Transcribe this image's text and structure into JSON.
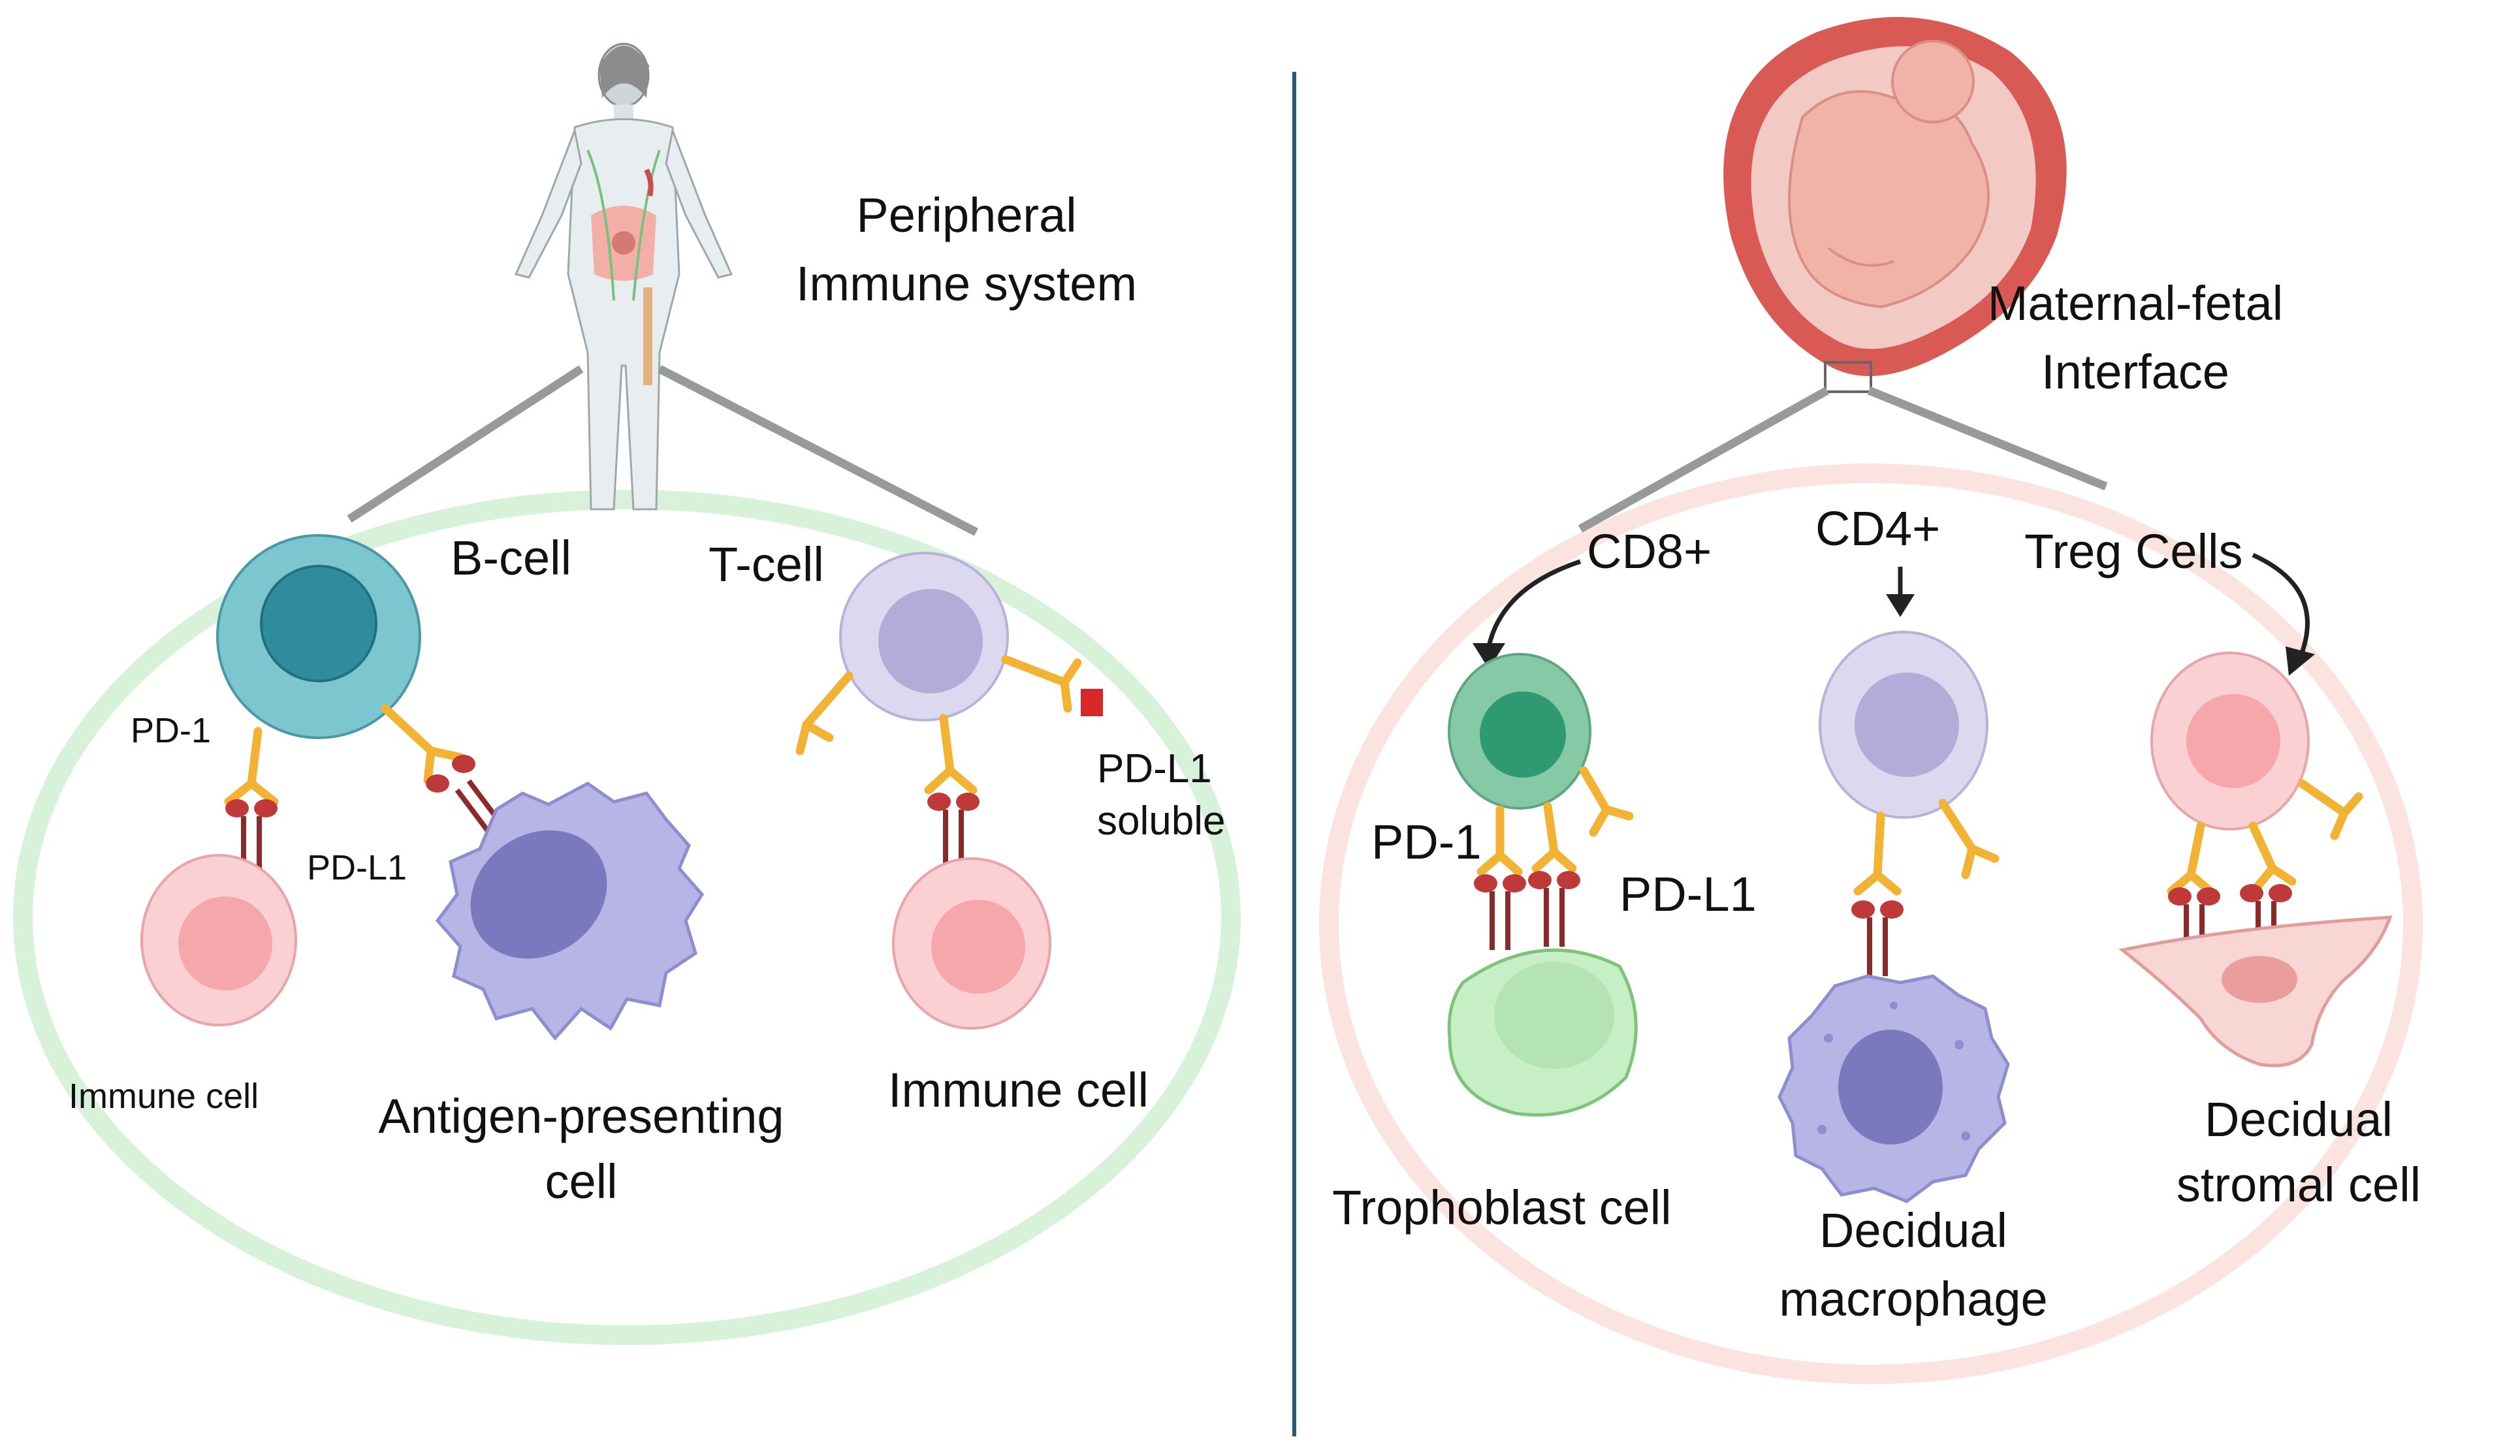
{
  "left_panel": {
    "title_line1": "Peripheral",
    "title_line2": "Immune system",
    "b_cell": "B-cell",
    "t_cell": "T-cell",
    "pd1": "PD-1",
    "pdl1": "PD-L1",
    "pdl1_soluble_line1": "PD-L1",
    "pdl1_soluble_line2": "soluble",
    "immune_cell_small": "Immune cell",
    "apc_line1": "Antigen-presenting",
    "apc_line2": "cell",
    "immune_cell_large": "Immune cell"
  },
  "right_panel": {
    "title_line1": "Maternal-fetal",
    "title_line2": "Interface",
    "cd8": "CD8+",
    "cd4": "CD4+",
    "treg": "Treg Cells",
    "pd1": "PD-1",
    "pdl1": "PD-L1",
    "trophoblast": "Trophoblast cell",
    "macrophage_line1": "Decidual",
    "macrophage_line2": "macrophage",
    "stromal_line1": "Decidual",
    "stromal_line2": "stromal cell"
  },
  "colors": {
    "left_ellipse": "#d6f2d8",
    "right_ellipse": "#fbe2df",
    "divider": "#2a5a78",
    "b_cell": "#4fb3bf",
    "t_cell": "#c9c4e6",
    "immune_cell": "#f7b8bc",
    "apc": "#9ea0dc",
    "receptor_yellow": "#f2b233",
    "ligand_red": "#a8322f",
    "trophoblast": "#c7efc5",
    "cd8_cell": "#6cbf94",
    "stromal": "#f6c8c6"
  },
  "icons": [
    "human-body-icon",
    "pregnant-uterus-icon"
  ]
}
